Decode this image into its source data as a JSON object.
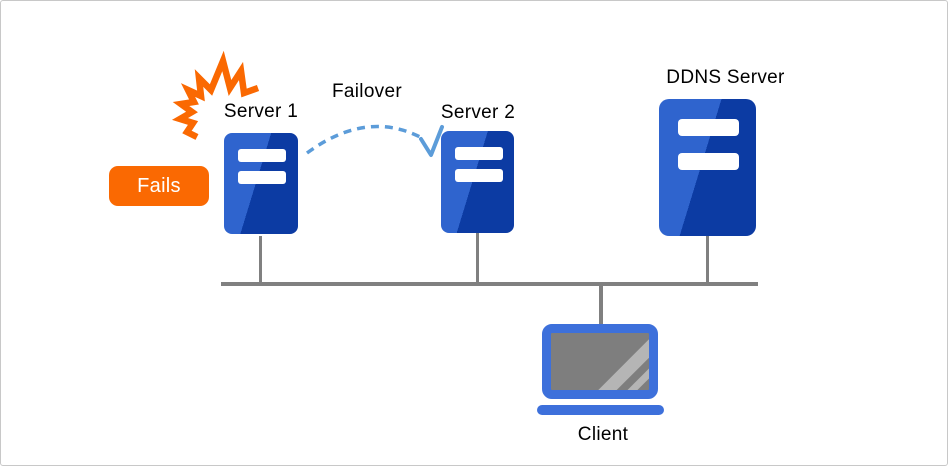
{
  "labels": {
    "failover": "Failover",
    "fails": "Fails",
    "client": "Client"
  },
  "servers": [
    {
      "id": "server-1",
      "label": "Server 1",
      "status": "failed"
    },
    {
      "id": "server-2",
      "label": "Server 2",
      "status": "active"
    },
    {
      "id": "ddns-server",
      "label": "DDNS Server",
      "status": "active"
    }
  ],
  "icons": {
    "crash": "spark-burst",
    "server": "server-tower",
    "client": "laptop",
    "failover_arrow": "dashed-arc-with-arrowhead"
  },
  "colors": {
    "server_light": "#2F64CE",
    "server_dark": "#0C3BA3",
    "laptop_blue": "#3D70DB",
    "accent_orange": "#FA6902",
    "arc_blue": "#5C9CD9",
    "line_gray": "#808080",
    "screen_gray": "#7E7E7E",
    "stripe_gray": "#B5B5B5",
    "canvas_border": "#C8C8C8"
  }
}
